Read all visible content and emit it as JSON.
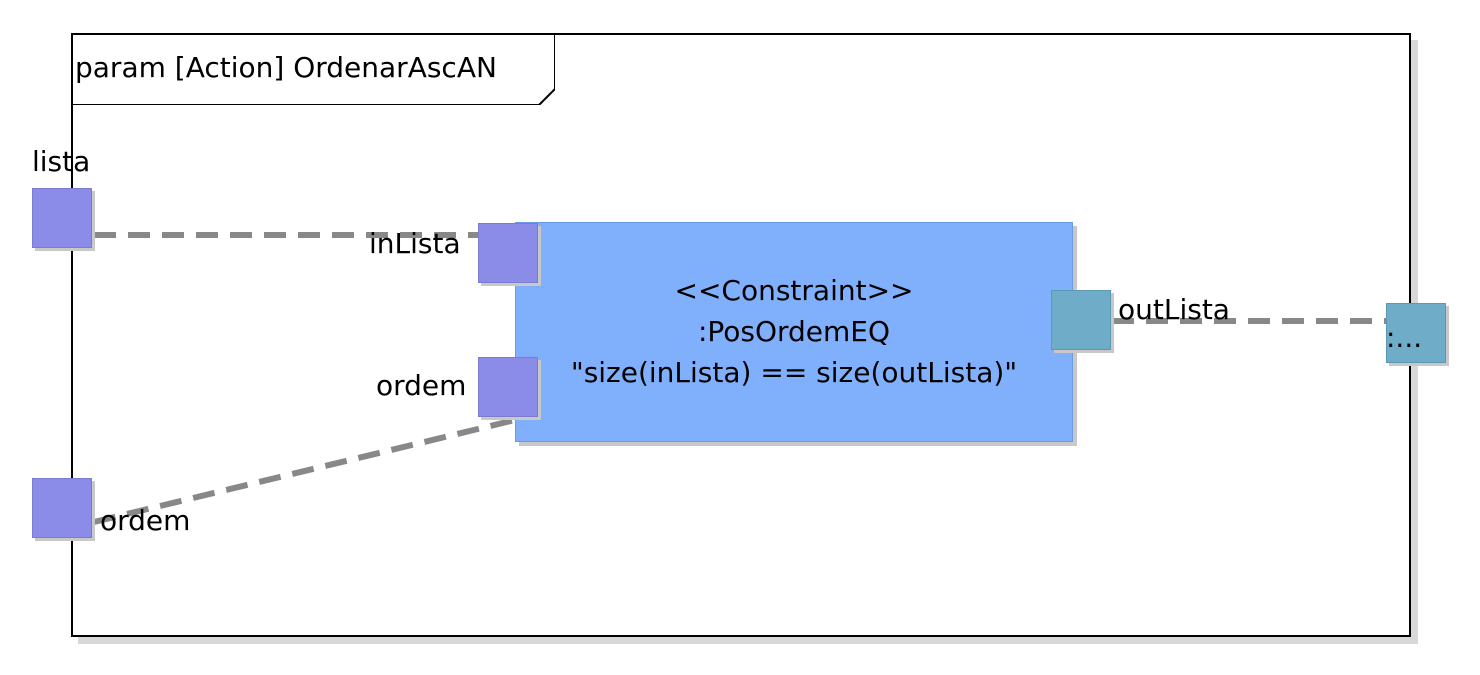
{
  "frame": {
    "title": "param [Action] OrdenarAscAN"
  },
  "constraint_block": {
    "stereotype": "<<Constraint>>",
    "name": ":PosOrdemEQ",
    "expression": "\"size(inLista) == size(outLista)\""
  },
  "ports": {
    "lista": "lista",
    "ordem": "ordem",
    "in_lista": "inLista",
    "block_ordem": "ordem",
    "out_lista": "outLista",
    "result": ":..."
  },
  "colors": {
    "frame_border": "#000000",
    "constraint_fill": "#80b0fc",
    "param_port_fill": "#8b8be8",
    "output_port_fill": "#6eacc8",
    "connector": "#888888"
  }
}
